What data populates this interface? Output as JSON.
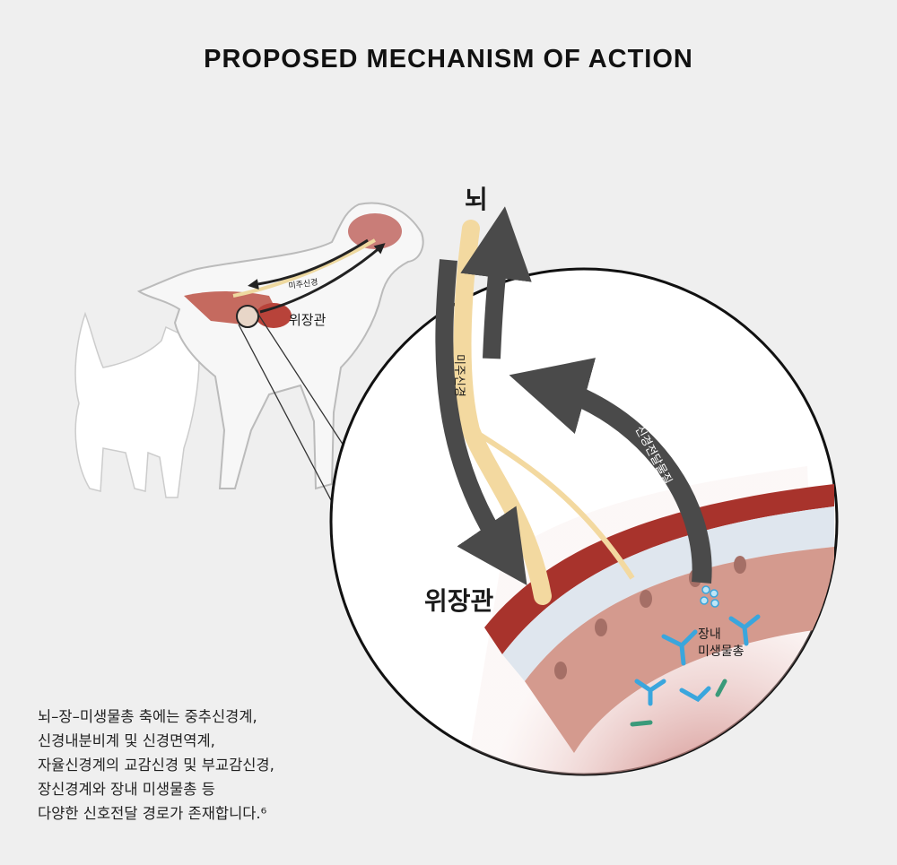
{
  "title": "PROPOSED MECHANISM OF ACTION",
  "labels": {
    "brain": "뇌",
    "gi_tract": "위장관",
    "vagus_nerve": "미주신경",
    "neurotransmitter": "신경전달물질",
    "microbiota_line1": "장내",
    "microbiota_line2": "미생물총",
    "dog_vagus": "미주신경",
    "dog_gi": "위장관"
  },
  "caption": [
    "뇌–장–미생물총 축에는 중추신경계,",
    "신경내분비계 및 신경면역계,",
    "자율신경계의 교감신경 및 부교감신경,",
    "장신경계와 장내 미생물총 등",
    "다양한 신호전달 경로가 존재합니다.⁶"
  ],
  "colors": {
    "arrow": "#4a4a4a",
    "nerve": "#f3d9a0",
    "tissue": "#d49a8e",
    "vessel": "#a8332c",
    "bacteria": "#3aa6dd"
  }
}
